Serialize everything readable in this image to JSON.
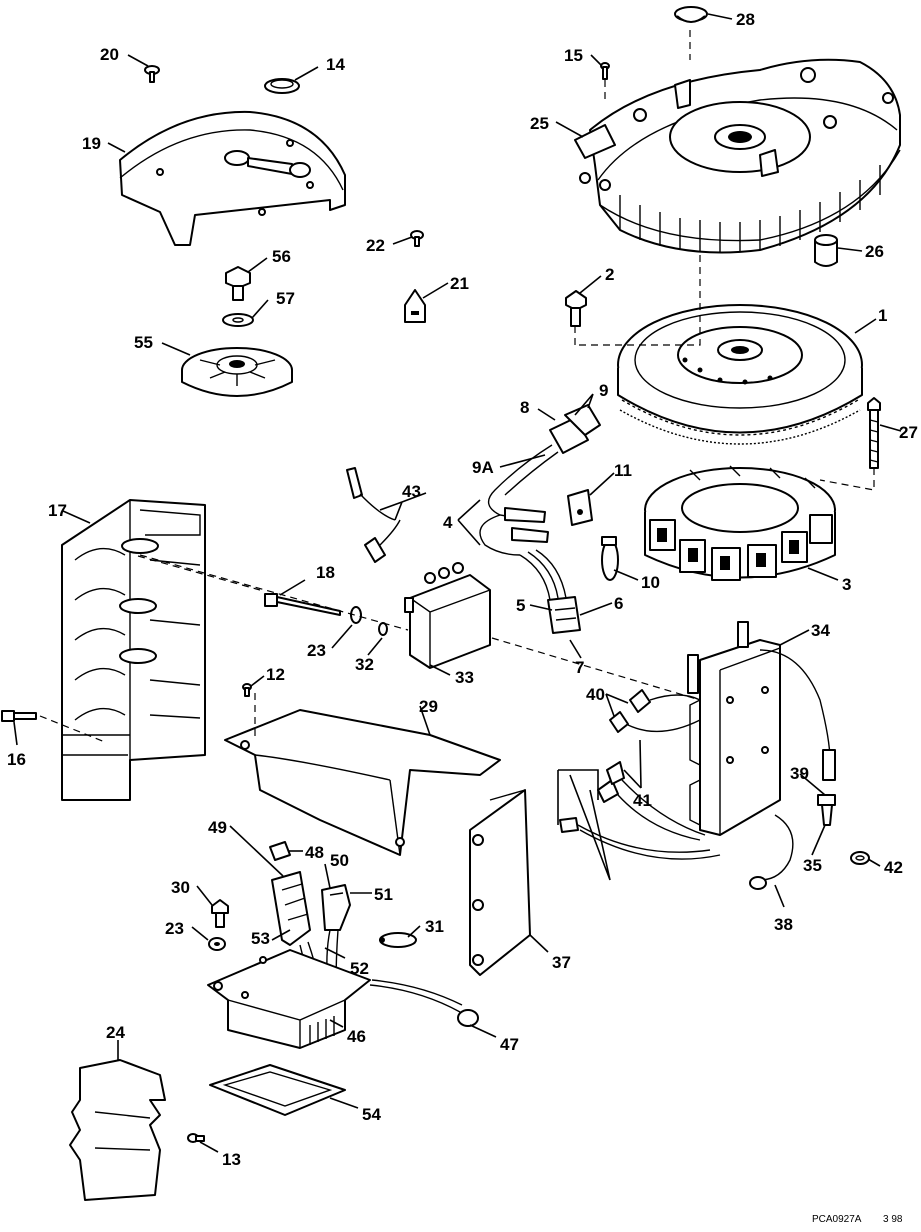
{
  "callouts": [
    "20",
    "14",
    "19",
    "56",
    "57",
    "55",
    "22",
    "21",
    "28",
    "15",
    "25",
    "26",
    "2",
    "1",
    "8",
    "9",
    "9A",
    "27",
    "11",
    "43",
    "17",
    "4",
    "3",
    "10",
    "18",
    "5",
    "6",
    "23",
    "32",
    "33",
    "7",
    "12",
    "34",
    "16",
    "40",
    "29",
    "39",
    "41",
    "42",
    "35",
    "49",
    "48",
    "50",
    "51",
    "30",
    "38",
    "31",
    "23",
    "53",
    "52",
    "37",
    "46",
    "47",
    "24",
    "54",
    "13"
  ],
  "footer": {
    "drawing_code": "PCA0927A",
    "date": "3 98"
  }
}
